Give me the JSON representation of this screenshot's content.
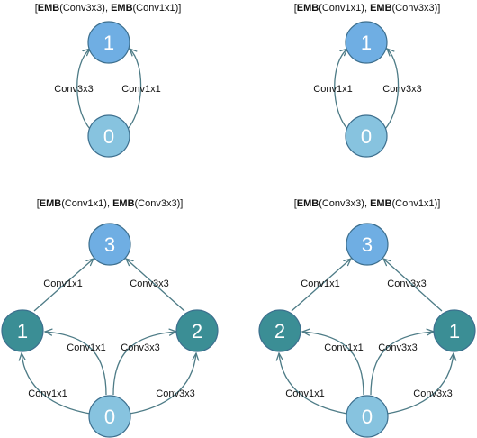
{
  "colors": {
    "top_node": "#6faee3",
    "input_node": "#87c3df",
    "mid_node": "#3b8e95",
    "edge": "#4d7b86",
    "text": "#111111"
  },
  "diagrams": [
    {
      "title": {
        "part1_bold": "EMB",
        "part1_rest": "(Conv3x3), ",
        "part2_bold": "EMB",
        "part2_rest": "(Conv1x1)]",
        "prefix": "["
      },
      "nodes": [
        {
          "id": "0",
          "label": "0",
          "kind": "input"
        },
        {
          "id": "1",
          "label": "1",
          "kind": "top"
        }
      ],
      "edges": [
        {
          "from": "0",
          "to": "1",
          "label": "Conv3x3"
        },
        {
          "from": "0",
          "to": "1",
          "label": "Conv1x1"
        }
      ]
    },
    {
      "title": {
        "prefix": "[",
        "part1_bold": "EMB",
        "part1_rest": "(Conv1x1), ",
        "part2_bold": "EMB",
        "part2_rest": "(Conv3x3)]"
      },
      "nodes": [
        {
          "id": "0",
          "label": "0",
          "kind": "input"
        },
        {
          "id": "1",
          "label": "1",
          "kind": "top"
        }
      ],
      "edges": [
        {
          "from": "0",
          "to": "1",
          "label": "Conv1x1"
        },
        {
          "from": "0",
          "to": "1",
          "label": "Conv3x3"
        }
      ]
    },
    {
      "title": {
        "prefix": "[",
        "part1_bold": "EMB",
        "part1_rest": "(Conv1x1), ",
        "part2_bold": "EMB",
        "part2_rest": "(Conv3x3)]"
      },
      "nodes": [
        {
          "id": "0",
          "label": "0",
          "kind": "input"
        },
        {
          "id": "L",
          "label": "1",
          "kind": "mid"
        },
        {
          "id": "R",
          "label": "2",
          "kind": "mid"
        },
        {
          "id": "3",
          "label": "3",
          "kind": "top"
        }
      ],
      "edges": [
        {
          "from": "0",
          "to": "L",
          "label": "Conv1x1"
        },
        {
          "from": "0",
          "to": "L",
          "label": "Conv1x1"
        },
        {
          "from": "0",
          "to": "R",
          "label": "Conv3x3"
        },
        {
          "from": "0",
          "to": "R",
          "label": "Conv3x3"
        },
        {
          "from": "L",
          "to": "3",
          "label": "Conv1x1"
        },
        {
          "from": "R",
          "to": "3",
          "label": "Conv3x3"
        }
      ]
    },
    {
      "title": {
        "prefix": "[",
        "part1_bold": "EMB",
        "part1_rest": "(Conv3x3), ",
        "part2_bold": "EMB",
        "part2_rest": "(Conv1x1)]"
      },
      "nodes": [
        {
          "id": "0",
          "label": "0",
          "kind": "input"
        },
        {
          "id": "L",
          "label": "2",
          "kind": "mid"
        },
        {
          "id": "R",
          "label": "1",
          "kind": "mid"
        },
        {
          "id": "3",
          "label": "3",
          "kind": "top"
        }
      ],
      "edges": [
        {
          "from": "0",
          "to": "L",
          "label": "Conv1x1"
        },
        {
          "from": "0",
          "to": "L",
          "label": "Conv1x1"
        },
        {
          "from": "0",
          "to": "R",
          "label": "Conv3x3"
        },
        {
          "from": "0",
          "to": "R",
          "label": "Conv3x3"
        },
        {
          "from": "L",
          "to": "3",
          "label": "Conv1x1"
        },
        {
          "from": "R",
          "to": "3",
          "label": "Conv3x3"
        }
      ]
    }
  ]
}
